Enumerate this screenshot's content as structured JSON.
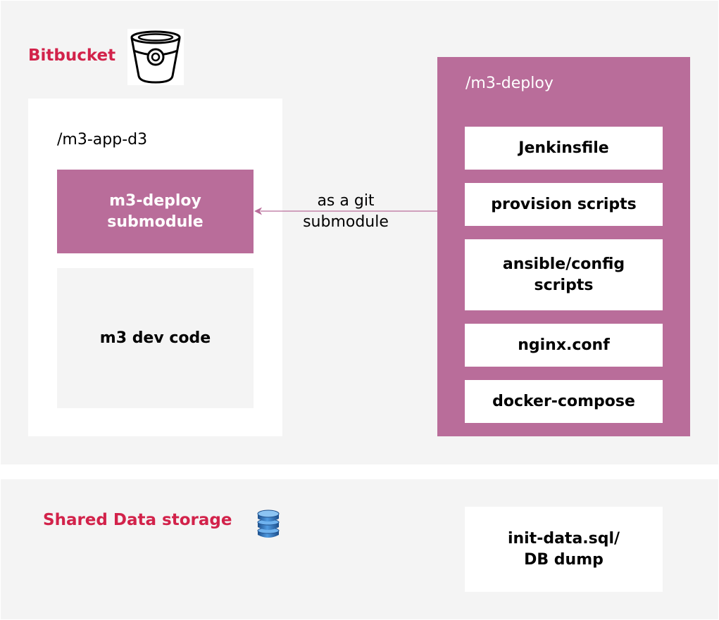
{
  "bitbucket_panel": {
    "title": "Bitbucket",
    "logo_icon": "bitbucket-bucket-icon"
  },
  "app_repo": {
    "path": "/m3-app-d3",
    "submodule_box": "m3-deploy\nsubmodule",
    "dev_code_box": "m3 dev code"
  },
  "connector": {
    "label": "as a git\nsubmodule",
    "color": "#b96d9a"
  },
  "deploy_repo": {
    "path": "/m3-deploy",
    "items": [
      "Jenkinsfile",
      "provision scripts",
      "ansible/config \nscripts",
      "nginx.conf",
      "docker-compose"
    ]
  },
  "storage_panel": {
    "title": "Shared Data storage",
    "icon": "database-icon",
    "box": "init-data.sql/\nDB dump"
  },
  "colors": {
    "accent_red": "#d2224a",
    "pink": "#b96d9a",
    "panel_bg": "#f4f4f4"
  }
}
